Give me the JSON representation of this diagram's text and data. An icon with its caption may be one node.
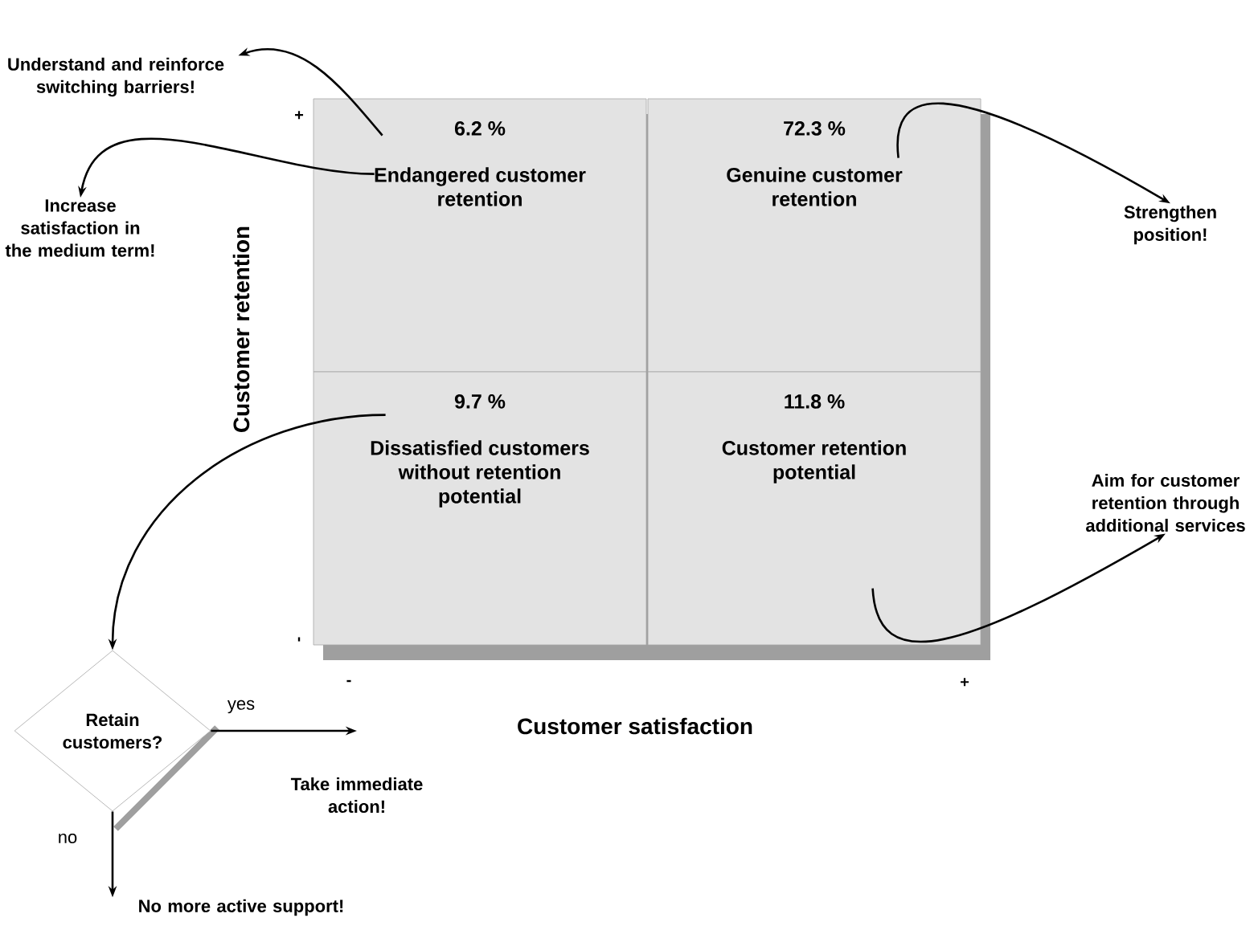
{
  "diagram": {
    "nodes": [
      {
        "text": [
          "6.2 %",
          "Endangered customer retention"
        ]
      },
      {
        "text": [
          "72.3 %",
          "Genuine customer retention"
        ]
      },
      {
        "text": [
          "9.7 %",
          "Dissatisfied customers without retention potential"
        ]
      },
      {
        "text": [
          "11.8 %",
          "Customer retention potential"
        ]
      },
      {
        "text": [
          "Understand and reinforce switching barriers!"
        ]
      },
      {
        "text": [
          "Increase satisfaction in the medium term!"
        ]
      },
      {
        "text": [
          "Strengthen position!"
        ]
      },
      {
        "text": [
          "Aim for customer retention through additional services"
        ]
      },
      {
        "text": [
          "Retain customers?"
        ]
      },
      {
        "text": [
          "Take immediate action!"
        ]
      },
      {
        "text": [
          "No more active support!"
        ]
      }
    ],
    "edges": [
      {
        "from": 0,
        "to": 4,
        "arrow": "to"
      },
      {
        "from": 0,
        "to": 5,
        "arrow": "to"
      },
      {
        "from": 1,
        "to": 6,
        "arrow": "to"
      },
      {
        "from": 3,
        "to": 7,
        "arrow": "to"
      },
      {
        "from": 2,
        "to": 8,
        "arrow": "to"
      },
      {
        "from": 8,
        "to": 9,
        "arrow": "to",
        "label": "yes"
      },
      {
        "from": 8,
        "to": 10,
        "arrow": "to",
        "label": "no"
      }
    ],
    "labels": [
      "+",
      "Customer retention",
      "-",
      "-",
      "Customer satisfaction",
      "+"
    ]
  }
}
